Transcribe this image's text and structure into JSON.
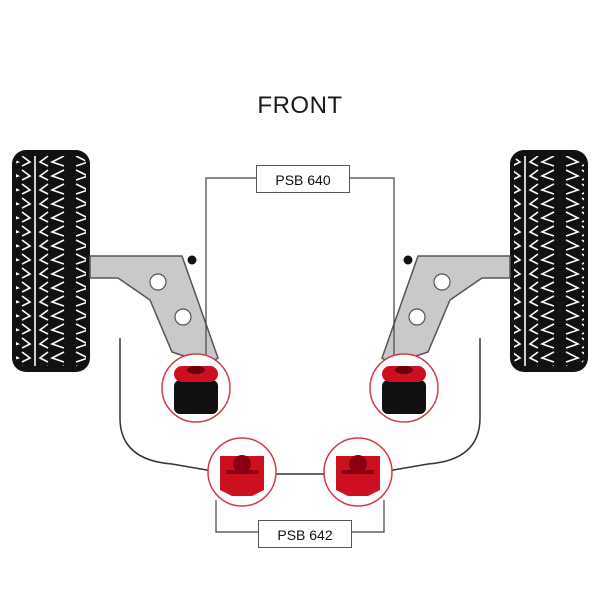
{
  "diagram": {
    "title": "FRONT",
    "labels": {
      "wishbone_bush": "PSB 640",
      "antiroll_bush": "PSB 642"
    },
    "colors": {
      "tire": "#111111",
      "arm_fill": "#c9c9c9",
      "bush_red": "#cc1020",
      "highlight_ring": "#d63a48",
      "line": "#444444"
    }
  }
}
